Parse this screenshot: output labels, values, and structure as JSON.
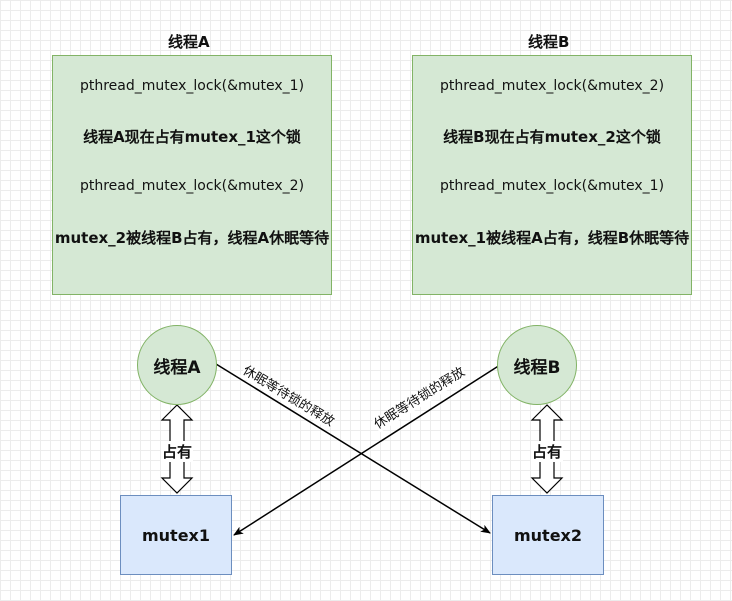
{
  "thread_a": {
    "title": "线程A",
    "lines": [
      "pthread_mutex_lock(&mutex_1)",
      "线程A现在占有mutex_1这个锁",
      "pthread_mutex_lock(&mutex_2)",
      "mutex_2被线程B占有，线程A休眠等待"
    ],
    "node_label": "线程A",
    "owns_label": "占有",
    "wait_label": "休眠等待锁的释放"
  },
  "thread_b": {
    "title": "线程B",
    "lines": [
      "pthread_mutex_lock(&mutex_2)",
      "线程B现在占有mutex_2这个锁",
      "pthread_mutex_lock(&mutex_1)",
      "mutex_1被线程A占有，线程B休眠等待"
    ],
    "node_label": "线程B",
    "owns_label": "占有",
    "wait_label": "休眠等待锁的释放"
  },
  "mutex1": {
    "label": "mutex1"
  },
  "mutex2": {
    "label": "mutex2"
  },
  "colors": {
    "thread_fill": "#d5e8d4",
    "thread_stroke": "#82b366",
    "mutex_fill": "#dae8fc",
    "mutex_stroke": "#6c8ebf"
  }
}
